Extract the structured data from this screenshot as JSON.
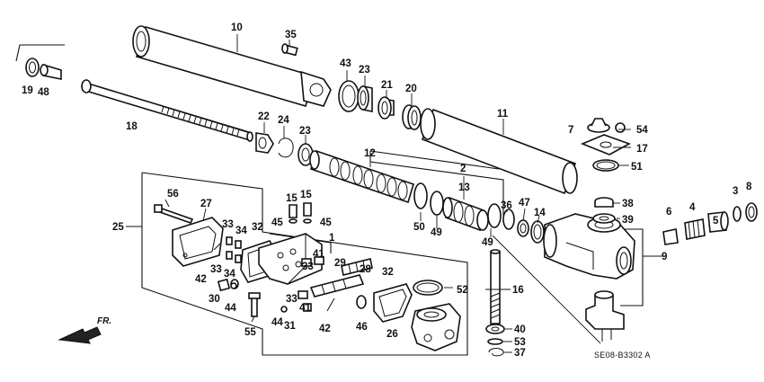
{
  "diagram_code": "SE08-B3302 A",
  "direction_label": "FR.",
  "callouts": {
    "p1": "1",
    "p2": "2",
    "p3": "3",
    "p4": "4",
    "p5": "5",
    "p6": "6",
    "p7": "7",
    "p8": "8",
    "p9": "9",
    "p10": "10",
    "p11": "11",
    "p12": "12",
    "p13": "13",
    "p14": "14",
    "p15a": "15",
    "p15b": "15",
    "p16": "16",
    "p17": "17",
    "p18": "18",
    "p19": "19",
    "p20": "20",
    "p21": "21",
    "p22": "22",
    "p23a": "23",
    "p23b": "23",
    "p24": "24",
    "p25": "25",
    "p26": "26",
    "p27": "27",
    "p28": "28",
    "p29": "29",
    "p30": "30",
    "p31": "31",
    "p32a": "32",
    "p32b": "32",
    "p33a": "33",
    "p33b": "33",
    "p33c": "33",
    "p33d": "33",
    "p34a": "34",
    "p34b": "34",
    "p35": "35",
    "p36": "36",
    "p37": "37",
    "p38": "38",
    "p39": "39",
    "p40": "40",
    "p41a": "41",
    "p41b": "41",
    "p42a": "42",
    "p42b": "42",
    "p43": "43",
    "p44a": "44",
    "p44b": "44",
    "p45a": "45",
    "p45b": "45",
    "p46": "46",
    "p47": "47",
    "p48": "48",
    "p49a": "49",
    "p49b": "49",
    "p50": "50",
    "p51": "51",
    "p52": "52",
    "p53": "53",
    "p54": "54",
    "p55": "55",
    "p56": "56"
  }
}
